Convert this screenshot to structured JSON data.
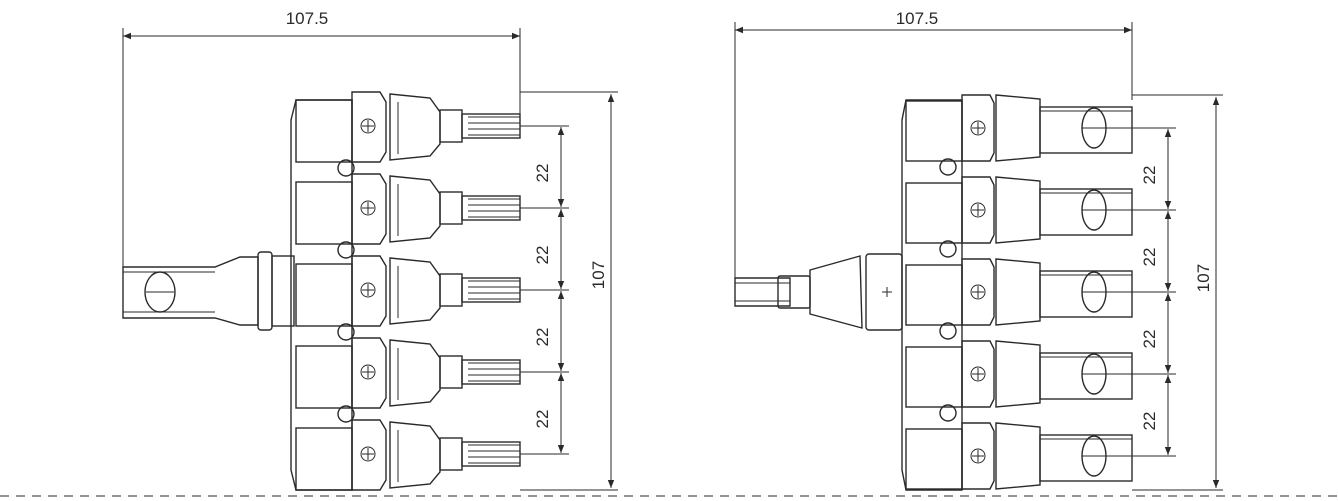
{
  "left_connector": {
    "width_label": "107.5",
    "height_label": "107",
    "pitch_labels": [
      "22",
      "22",
      "22",
      "22"
    ]
  },
  "right_connector": {
    "width_label": "107.5",
    "height_label": "107",
    "pitch_labels": [
      "22",
      "22",
      "22",
      "22"
    ]
  },
  "colors": {
    "line": "#2a2a2a",
    "background": "#ffffff"
  }
}
